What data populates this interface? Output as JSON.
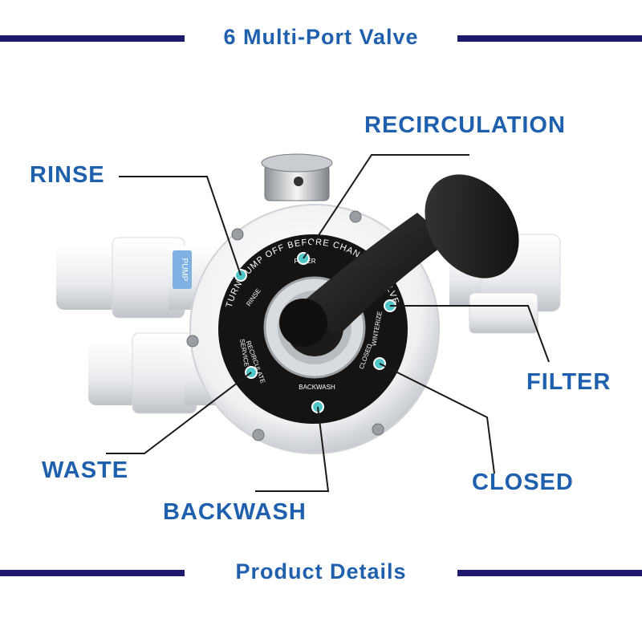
{
  "header": {
    "title": "6 Multi-Port Valve"
  },
  "footer": {
    "title": "Product Details"
  },
  "callouts": {
    "recirculation": "RECIRCULATION",
    "rinse": "RINSE",
    "filter": "FILTER",
    "waste": "WASTE",
    "closed": "CLOSED",
    "backwash": "BACKWASH"
  },
  "valve_face": {
    "ring_text": "TURN PUMP OFF BEFORE CHANGING VALVE",
    "pump_tag": "PUMP",
    "positions": {
      "filter": "FILTER",
      "rinse": "RINSE",
      "service": "SERVICE",
      "recirculate": "RECIRCULATE",
      "backwash": "BACKWASH",
      "closed": "CLOSED",
      "winterize": "WINTERIZE"
    }
  },
  "colors": {
    "accent": "#1e5fae",
    "bar": "#1f1a6e",
    "indicator": "#4fc7c9"
  }
}
